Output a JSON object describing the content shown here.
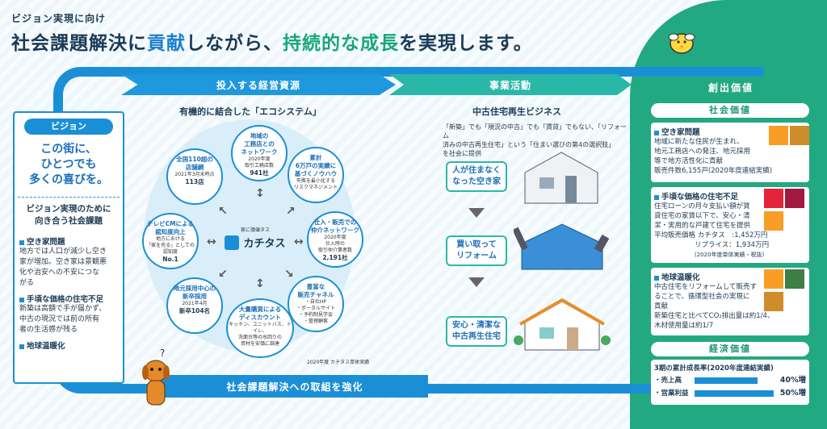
{
  "header": {
    "super": "ビジョン実現に向け",
    "title_parts": [
      "社会課題解決に",
      "貢献",
      "しながら、",
      "持続的な成長",
      "を実現します。"
    ]
  },
  "bars": {
    "inputs": "投入する経営資源",
    "business": "事業活動",
    "value": "創出価値",
    "bottom": "社会課題解決への取組を強化"
  },
  "vision": {
    "label": "ビジョン",
    "main": [
      "この街に、",
      "ひとつでも",
      "多くの喜びを。"
    ],
    "sub": [
      "ビジョン実現のために",
      "向き合う社会課題"
    ],
    "items": [
      {
        "title": "空き家問題",
        "text": [
          "地方では人口が減少し空き",
          "家が増加。空き家は景観悪",
          "化や治安への不安につな",
          "がる"
        ]
      },
      {
        "title": "手頃な価格の住宅不足",
        "text": [
          "新築は高額で手が届かず、",
          "中古の現況では前の所有",
          "者の生活感が残る"
        ]
      },
      {
        "title": "地球温暖化",
        "text": []
      }
    ]
  },
  "ecosystem": {
    "title": "有機的に結合した「エコシステム」",
    "center_sub": "家に価値タス",
    "center": "カチタス",
    "footnote": "2020年度 カチタス単体実績",
    "nodes": [
      {
        "title": [
          "地域の",
          "工務店との",
          "ネットワーク"
        ],
        "desc": [
          "2020年度",
          "取引工務店数"
        ],
        "value": "941社"
      },
      {
        "title": [
          "累計",
          "6万戸の実績に",
          "基づくノウハウ"
        ],
        "desc": [
          "失敗を最小化する",
          "リスクマネジメント"
        ],
        "value": ""
      },
      {
        "title": [
          "仕入・販売での",
          "仲介ネットワーク"
        ],
        "desc": [
          "2020年度",
          "仕入時の",
          "取引仲介業者数"
        ],
        "value": "2,191社"
      },
      {
        "title": [
          "豊富な",
          "販売チャネル"
        ],
        "desc": [
          "・自社HP",
          "・ポータルサイト",
          "・予約制見学会",
          "・管理顧客"
        ],
        "value": ""
      },
      {
        "title": [
          "大量購買による",
          "ディスカウント"
        ],
        "desc": [
          "キッチン、ユニットバス、トイレ、",
          "洗面台等の水回りの",
          "資材を安価に調達"
        ],
        "value": ""
      },
      {
        "title": [
          "地元採用中心の",
          "新卒採用"
        ],
        "desc": [
          "2021年4月"
        ],
        "value": "新卒104名"
      },
      {
        "title": [
          "テレビCMによる",
          "認知度向上"
        ],
        "desc": [
          "地方における",
          "「家を売る」としての",
          "認知度"
        ],
        "value": "No.1"
      },
      {
        "title": [
          "全国110超の",
          "店舗網"
        ],
        "desc": [
          "2021年3月末時点"
        ],
        "value": "113店"
      }
    ]
  },
  "business": {
    "title": "中古住宅再生ビジネス",
    "desc": [
      "「新築」でも「現況の中古」でも「賃貸」でもない、「リフォーム",
      "済みの中古再生住宅」という「住まい選びの第4の選択肢」",
      "を社会に提供"
    ],
    "steps": [
      [
        "人が住まなく",
        "なった空き家"
      ],
      [
        "買い取って",
        "リフォーム"
      ],
      [
        "安心・清潔な",
        "中古再生住宅"
      ]
    ]
  },
  "values": {
    "social_label": "社会価値",
    "economic_label": "経済価値",
    "items": [
      {
        "title": "空き家問題",
        "text": [
          "地域に新たな住民が生まれ、",
          "地元工務店への発注、地元採用",
          "等で地方活性化に貢献",
          "販売件数6,155戸(2020年度連結実績)"
        ]
      },
      {
        "title": "手頃な価格の住宅不足",
        "text": [
          "住宅ローンの月々支払い額が賃",
          "貸住宅の家賃以下で、安心・清",
          "潔・実用的な戸建て住宅を提供",
          "平均販売価格 カチタス　:1,452万円",
          "リプライス：1,934万円",
          "(2020年度単体実績・税抜)"
        ]
      },
      {
        "title": "地球温暖化",
        "text": [
          "中古住宅をリフォームして販売す",
          "ることで、循環型社会の実現に",
          "貢献",
          "新築住宅と比べてCO₂排出量は約1/4、",
          "木材使用量は約1/7"
        ]
      }
    ],
    "growth_title": "3期の累計成長率(2020年度連結実績)",
    "growth": [
      {
        "label": "・売上高",
        "value": "40%増",
        "pct": 40
      },
      {
        "label": "・営業利益",
        "value": "50%増",
        "pct": 50
      }
    ]
  },
  "colors": {
    "blue": "#1b8fd6",
    "teal": "#2bb7a8",
    "green": "#23a982"
  }
}
